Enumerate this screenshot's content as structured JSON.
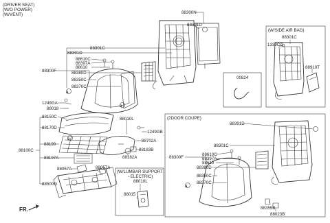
{
  "header": {
    "lines": [
      "(DRIVER SEAT)",
      "(W/O POWER)",
      "(W/VENT)"
    ]
  },
  "boxes": {
    "side_airbag": {
      "title": "(W/SIDE AIR BAG)"
    },
    "part_00824": {
      "label": "00824"
    },
    "door_coupe": {
      "title": "(2DOOR COUPE)"
    },
    "lumbar": {
      "title_line1": "(W/LUMBAR SUPPORT",
      "title_line2": "- ELECTRIC)"
    }
  },
  "main_labels": {
    "p88300N": "88300N",
    "p88391D_top": "88391D",
    "p88301C": "88301C",
    "p88391D": "88391D",
    "p88610C": "88610C",
    "p88397A": "88397A",
    "p88610": "88610",
    "p88300F": "88300F",
    "p88380D": "88380D",
    "p88350C": "88350C",
    "p88370C": "88370C",
    "p1249GA": "1249GA",
    "p88018": "88018",
    "p88150C": "88150C",
    "p88170D": "88170D",
    "p88100C": "88100C",
    "p88190": "88190",
    "p88197A": "88197A",
    "p88067A": "88067A",
    "p88057A": "88057A",
    "p88500G": "88500G",
    "p88010L": "88010L",
    "p1249GB": "1249GB",
    "p88702A": "88702A",
    "p88183B": "88183B",
    "p88182A": "88182A"
  },
  "airbag_labels": {
    "p88301C": "88301C",
    "p1339CC": "1339CC",
    "p88910T": "88910T"
  },
  "coupe_labels": {
    "p88391D": "88391D",
    "p88301C": "88301C",
    "p88610C": "88610C",
    "p88397A": "88397A",
    "p88610": "88610",
    "p88300F": "88300F",
    "p88380D": "88380D",
    "p88350C": "88350C",
    "p88370C": "88370C",
    "p88355B": "88355B",
    "p88023B": "88023B"
  },
  "lumbar_labels": {
    "p88010L": "88010L",
    "p88015": "88015"
  },
  "callouts": {
    "a": "a"
  },
  "footer": {
    "direction": "FR."
  }
}
